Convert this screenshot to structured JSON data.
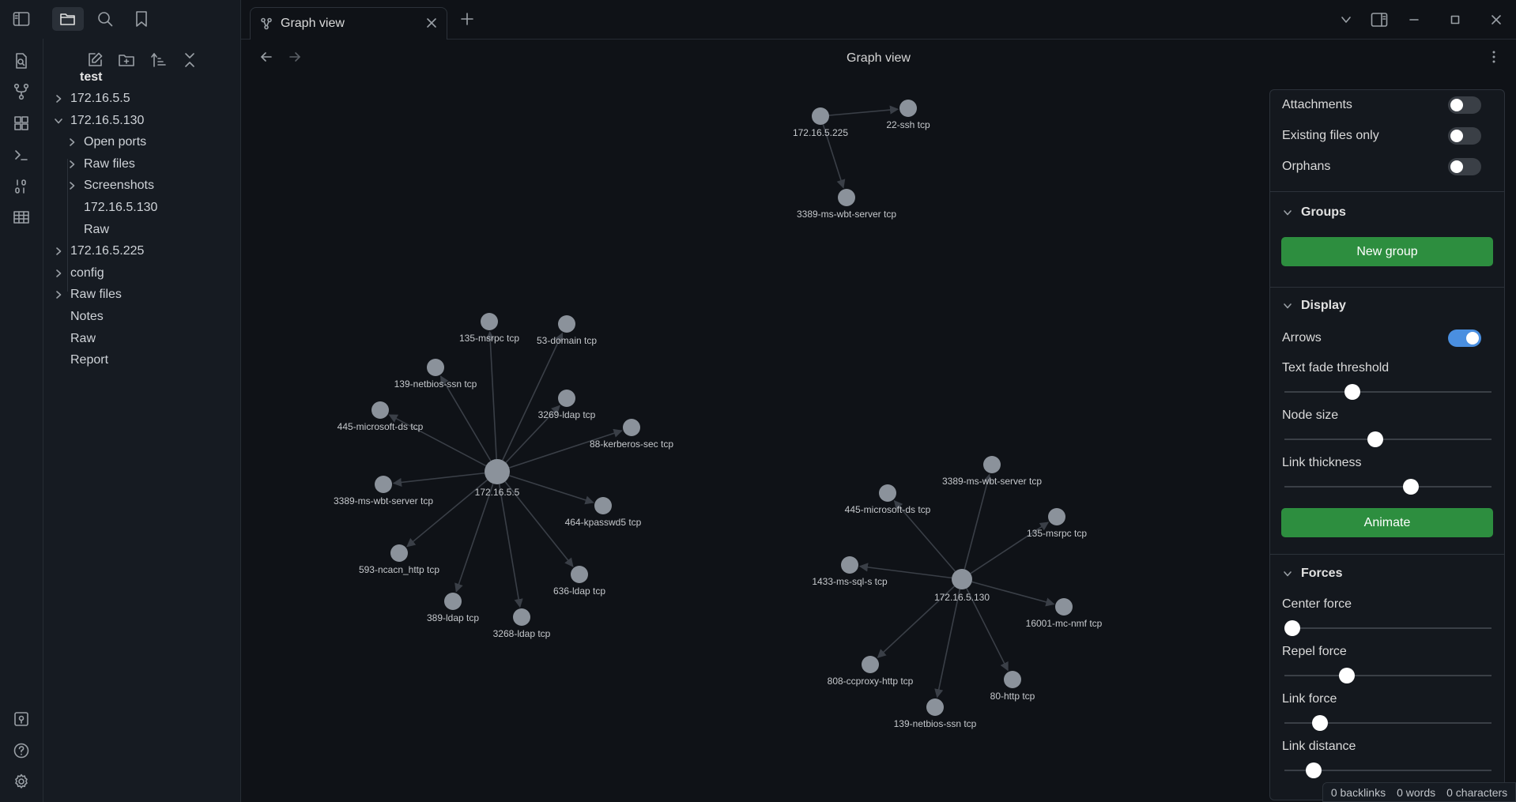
{
  "tab": {
    "title": "Graph view"
  },
  "view": {
    "title": "Graph view"
  },
  "tree": {
    "root": "test",
    "items": [
      {
        "label": "172.16.5.5",
        "depth": 0,
        "chevron": "right"
      },
      {
        "label": "172.16.5.130",
        "depth": 0,
        "chevron": "down"
      },
      {
        "label": "Open ports",
        "depth": 1,
        "chevron": "right"
      },
      {
        "label": "Raw files",
        "depth": 1,
        "chevron": "right"
      },
      {
        "label": "Screenshots",
        "depth": 1,
        "chevron": "right"
      },
      {
        "label": "172.16.5.130",
        "depth": 1,
        "chevron": "none"
      },
      {
        "label": "Raw",
        "depth": 1,
        "chevron": "none"
      },
      {
        "label": "172.16.5.225",
        "depth": 0,
        "chevron": "right"
      },
      {
        "label": "config",
        "depth": 0,
        "chevron": "right"
      },
      {
        "label": "Raw files",
        "depth": 0,
        "chevron": "right"
      },
      {
        "label": "Notes",
        "depth": 0,
        "chevron": "none"
      },
      {
        "label": "Raw",
        "depth": 0,
        "chevron": "none"
      },
      {
        "label": "Report",
        "depth": 0,
        "chevron": "none"
      }
    ]
  },
  "graph": {
    "node_color": "#8b929b",
    "edge_color": "#3a3f47",
    "clusters": [
      {
        "center": "172.16.5.225",
        "leaves": [
          "22-ssh tcp",
          "3389-ms-wbt-server tcp"
        ]
      },
      {
        "center": "172.16.5.5",
        "leaves": [
          "135-msrpc tcp",
          "53-domain tcp",
          "139-netbios-ssn tcp",
          "3269-ldap tcp",
          "445-microsoft-ds tcp",
          "88-kerberos-sec tcp",
          "3389-ms-wbt-server tcp",
          "464-kpasswd5 tcp",
          "593-ncacn_http tcp",
          "636-ldap tcp",
          "389-ldap tcp",
          "3268-ldap tcp"
        ]
      },
      {
        "center": "172.16.5.130",
        "leaves": [
          "3389-ms-wbt-server tcp",
          "445-microsoft-ds tcp",
          "135-msrpc tcp",
          "1433-ms-sql-s tcp",
          "16001-mc-nmf tcp",
          "808-ccproxy-http tcp",
          "80-http tcp",
          "139-netbios-ssn tcp"
        ]
      }
    ]
  },
  "controls": {
    "filters": [
      {
        "label": "Attachments",
        "on": false
      },
      {
        "label": "Existing files only",
        "on": false
      },
      {
        "label": "Orphans",
        "on": false
      }
    ],
    "groups": {
      "title": "Groups",
      "new_group": "New group"
    },
    "display": {
      "title": "Display",
      "arrows": {
        "label": "Arrows",
        "on": true
      },
      "text_fade": {
        "label": "Text fade threshold",
        "value": 0.33
      },
      "node_size": {
        "label": "Node size",
        "value": 0.44
      },
      "link_thickness": {
        "label": "Link thickness",
        "value": 0.61
      },
      "animate": "Animate"
    },
    "forces": {
      "title": "Forces",
      "center": {
        "label": "Center force",
        "value": 0.04
      },
      "repel": {
        "label": "Repel force",
        "value": 0.3
      },
      "link": {
        "label": "Link force",
        "value": 0.17
      },
      "distance": {
        "label": "Link distance",
        "value": 0.14
      }
    }
  },
  "status": {
    "backlinks": "0 backlinks",
    "words": "0 words",
    "characters": "0 characters"
  },
  "colors": {
    "accent": "#4a8fe0",
    "button_green": "#2d8e3f"
  }
}
